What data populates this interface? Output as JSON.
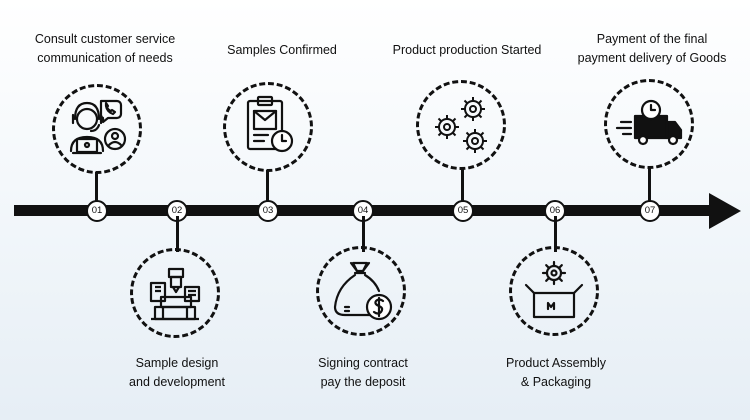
{
  "steps": [
    {
      "num": "01",
      "lines": [
        "Consult customer service",
        "communication of needs"
      ],
      "icon": "customer-service-icon"
    },
    {
      "num": "02",
      "lines": [
        "Sample design",
        "and development"
      ],
      "icon": "sample-machine-icon"
    },
    {
      "num": "03",
      "lines": [
        "Samples Confirmed"
      ],
      "icon": "clipboard-clock-icon"
    },
    {
      "num": "04",
      "lines": [
        "Signing contract",
        "pay the deposit"
      ],
      "icon": "money-bag-icon"
    },
    {
      "num": "05",
      "lines": [
        "Product production Started"
      ],
      "icon": "gears-icon"
    },
    {
      "num": "06",
      "lines": [
        "Product Assembly",
        "& Packaging"
      ],
      "icon": "box-gear-icon"
    },
    {
      "num": "07",
      "lines": [
        "Payment of the final",
        "payment delivery of Goods"
      ],
      "icon": "delivery-truck-icon"
    }
  ]
}
